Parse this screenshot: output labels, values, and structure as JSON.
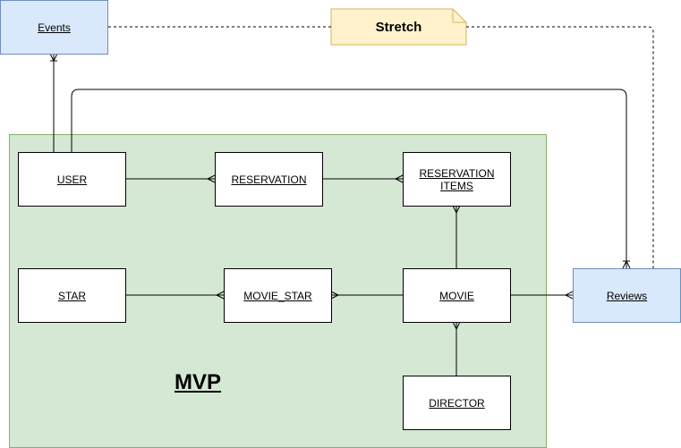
{
  "mvp_group": {
    "label": "MVP"
  },
  "entities": {
    "events": "Events",
    "user": "USER",
    "reservation": "RESERVATION",
    "reservation_items": "RESERVATION ITEMS",
    "star": "STAR",
    "movie_star": "MOVIE_STAR",
    "movie": "MOVIE",
    "reviews": "Reviews",
    "director": "DIRECTOR"
  },
  "note": {
    "label": "Stretch"
  },
  "colors": {
    "group_fill": "#d5e8d4",
    "group_stroke": "#82b366",
    "blue_fill": "#dae8fc",
    "blue_stroke": "#6c8ebf",
    "note_fill": "#fff2cc",
    "note_stroke": "#d6b656"
  }
}
